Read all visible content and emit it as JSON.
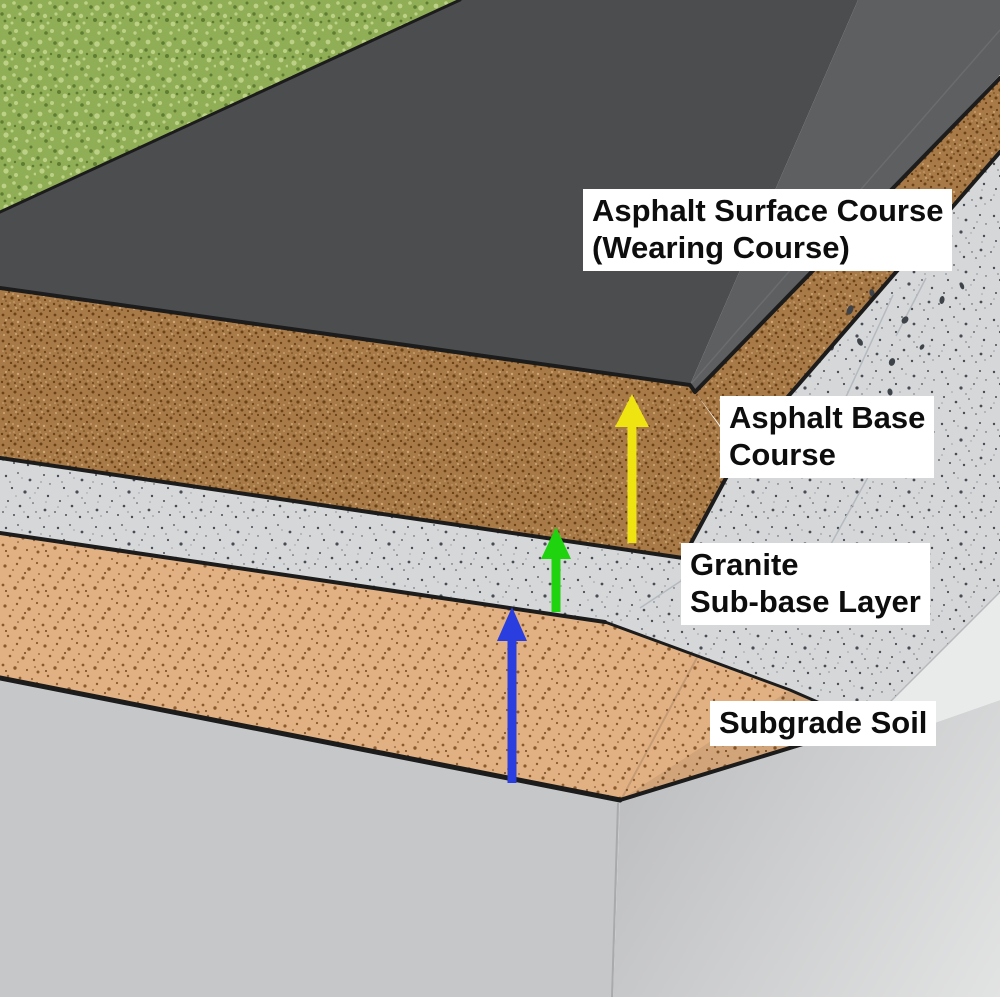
{
  "diagram": {
    "type": "road-pavement-cross-section",
    "labels": {
      "surface_course_line1": "Asphalt Surface Course",
      "surface_course_line2": "(Wearing Course)",
      "base_course_line1": "Asphalt Base",
      "base_course_line2": "Course",
      "subbase_line1": "Granite",
      "subbase_line2": "Sub-base Layer",
      "subgrade": "Subgrade Soil"
    },
    "layers": [
      {
        "name": "Grass verge",
        "color": "#8fae55",
        "speckle_light": "#bcd186",
        "speckle_dark": "#5f7c33"
      },
      {
        "name": "Asphalt Surface Course (Wearing Course)",
        "color": "#4b4d4f",
        "edge_color": "#5d5f61"
      },
      {
        "name": "Asphalt Base Course",
        "color": "#a87a48",
        "speckle_dark": "#6b4317",
        "speckle_light": "#cfa877"
      },
      {
        "name": "Granite Sub-base Layer",
        "color": "#d6d7d8",
        "speckle_dark": "#474c54",
        "speckle_mid": "#9aa0a6",
        "side_face": "#e9eaea"
      },
      {
        "name": "Subgrade Soil",
        "color": "#e1b183",
        "speckle_dark": "#8a5a2c",
        "speckle_deep": "#6e4520"
      },
      {
        "name": "Ground block",
        "color": "#c6c7c9",
        "side_dark": "#bfc0c2",
        "side_light": "#e2e3e3"
      }
    ],
    "arrows": [
      {
        "name": "yellow-arrow",
        "color": "#f0e312",
        "points_to": "Asphalt Base Course"
      },
      {
        "name": "green-arrow",
        "color": "#1fd30e",
        "points_to": "Granite Sub-base Layer"
      },
      {
        "name": "blue-arrow",
        "color": "#2a3ee0",
        "points_to": "Subgrade Soil"
      }
    ],
    "colors": {
      "outline": "#1c1c1c",
      "faint_line": "#b5bac0",
      "label_bg": "#ffffff",
      "label_text": "#0d0d0d"
    }
  }
}
